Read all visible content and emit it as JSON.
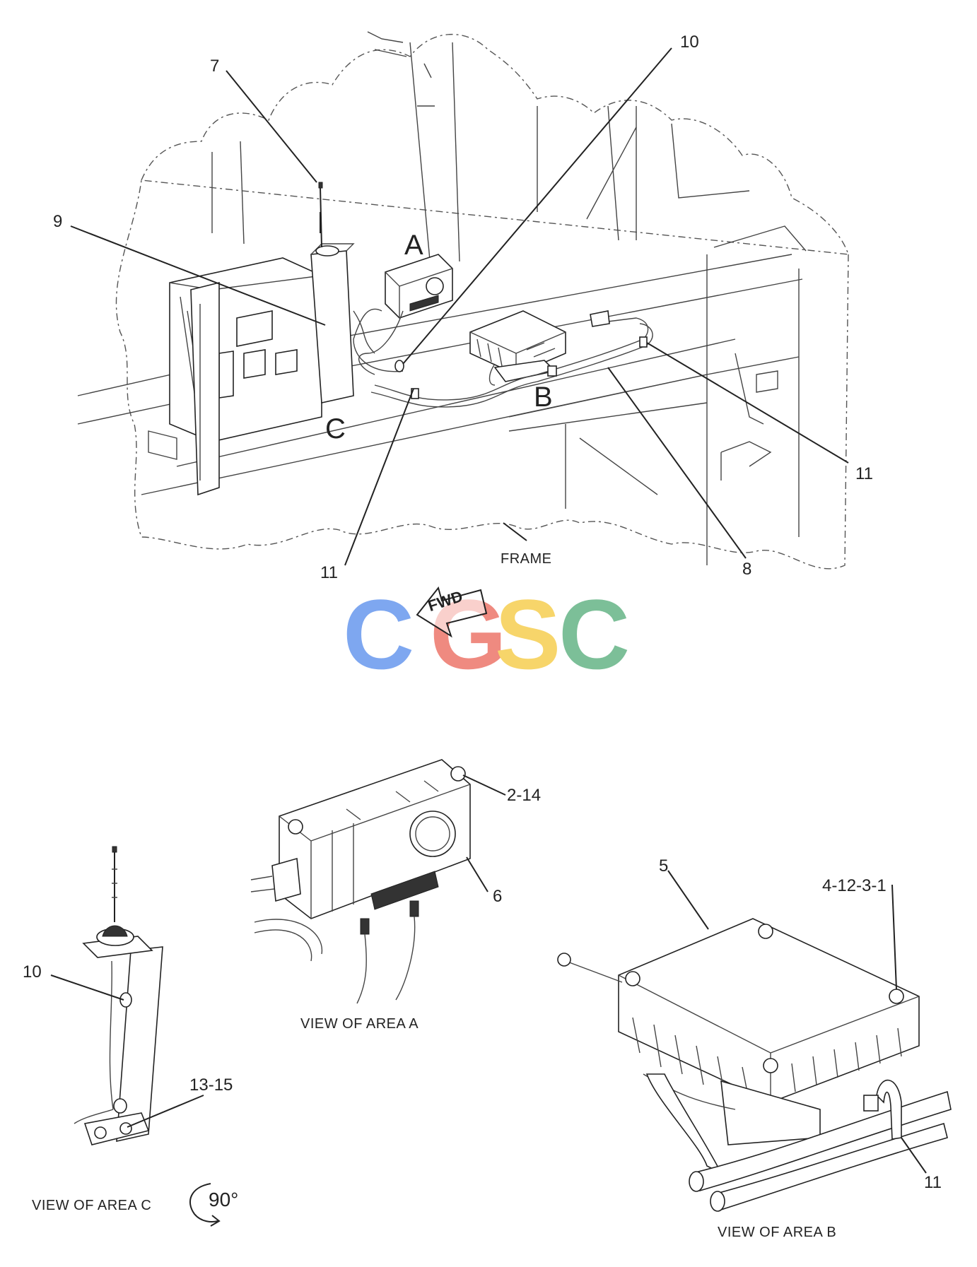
{
  "callouts": {
    "c7": "7",
    "c10_top": "10",
    "c9": "9",
    "c11_right": "11",
    "c11_bottom": "11",
    "c8": "8",
    "c2_14": "2-14",
    "c6": "6",
    "c5": "5",
    "c4_12_3_1": "4-12-3-1",
    "c10_detail": "10",
    "c13_15": "13-15",
    "c11_detail": "11"
  },
  "area_letters": {
    "a": "A",
    "b": "B",
    "c": "C"
  },
  "labels": {
    "frame": "FRAME",
    "fwd": "FWD",
    "view_a": "VIEW OF AREA A",
    "view_b": "VIEW OF AREA B",
    "view_c": "VIEW OF AREA C",
    "rotation": "90°"
  },
  "watermark": {
    "letters": [
      "C",
      "G",
      "S",
      "C"
    ],
    "colors": [
      "#7ea7f0",
      "#ef8a80",
      "#f7d56a",
      "#7cbf98"
    ]
  },
  "icons": {
    "fwd_arrow": "fwd-arrow-icon",
    "rotate": "rotate-arrow-icon"
  }
}
